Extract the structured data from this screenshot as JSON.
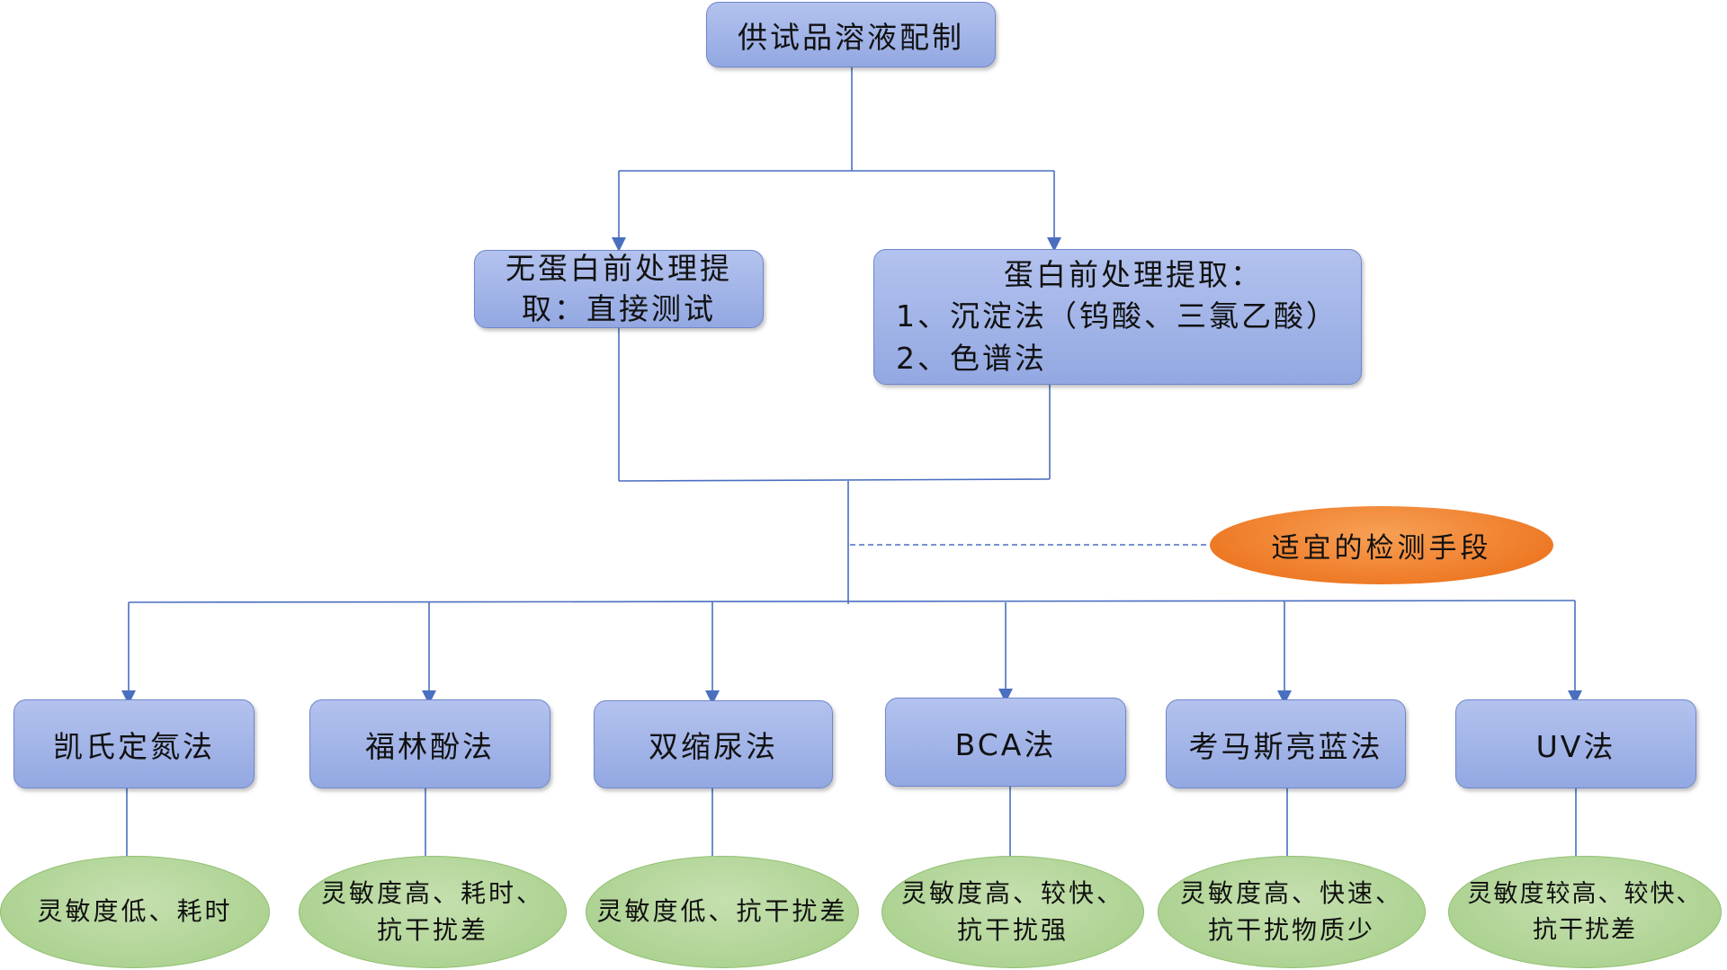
{
  "root": {
    "label": "供试品溶液配制"
  },
  "pretreat_none": {
    "line1": "无蛋白前处理提",
    "line2": "取：直接测试"
  },
  "pretreat_protein": {
    "title": "蛋白前处理提取：",
    "item1": "1、沉淀法（钨酸、三氯乙酸）",
    "item2": "2、色谱法"
  },
  "note": {
    "label": "适宜的检测手段"
  },
  "methods": [
    {
      "label": "凯氏定氮法",
      "traits": [
        "灵敏度低、耗时"
      ]
    },
    {
      "label": "福林酚法",
      "traits": [
        "灵敏度高、耗时、",
        "抗干扰差"
      ]
    },
    {
      "label": "双缩尿法",
      "traits": [
        "灵敏度低、抗干扰差"
      ]
    },
    {
      "label": "BCA法",
      "traits": [
        "灵敏度高、较快、",
        "抗干扰强"
      ]
    },
    {
      "label": "考马斯亮蓝法",
      "traits": [
        "灵敏度高、快速、",
        "抗干扰物质少"
      ]
    },
    {
      "label": "UV法",
      "traits": [
        "灵敏度较高、较快、",
        "抗干扰差"
      ]
    }
  ],
  "colors": {
    "box": "#9fb2e8",
    "line": "#4a6fc0",
    "ellipse": "#a9d18e",
    "accent": "#f08a32"
  }
}
